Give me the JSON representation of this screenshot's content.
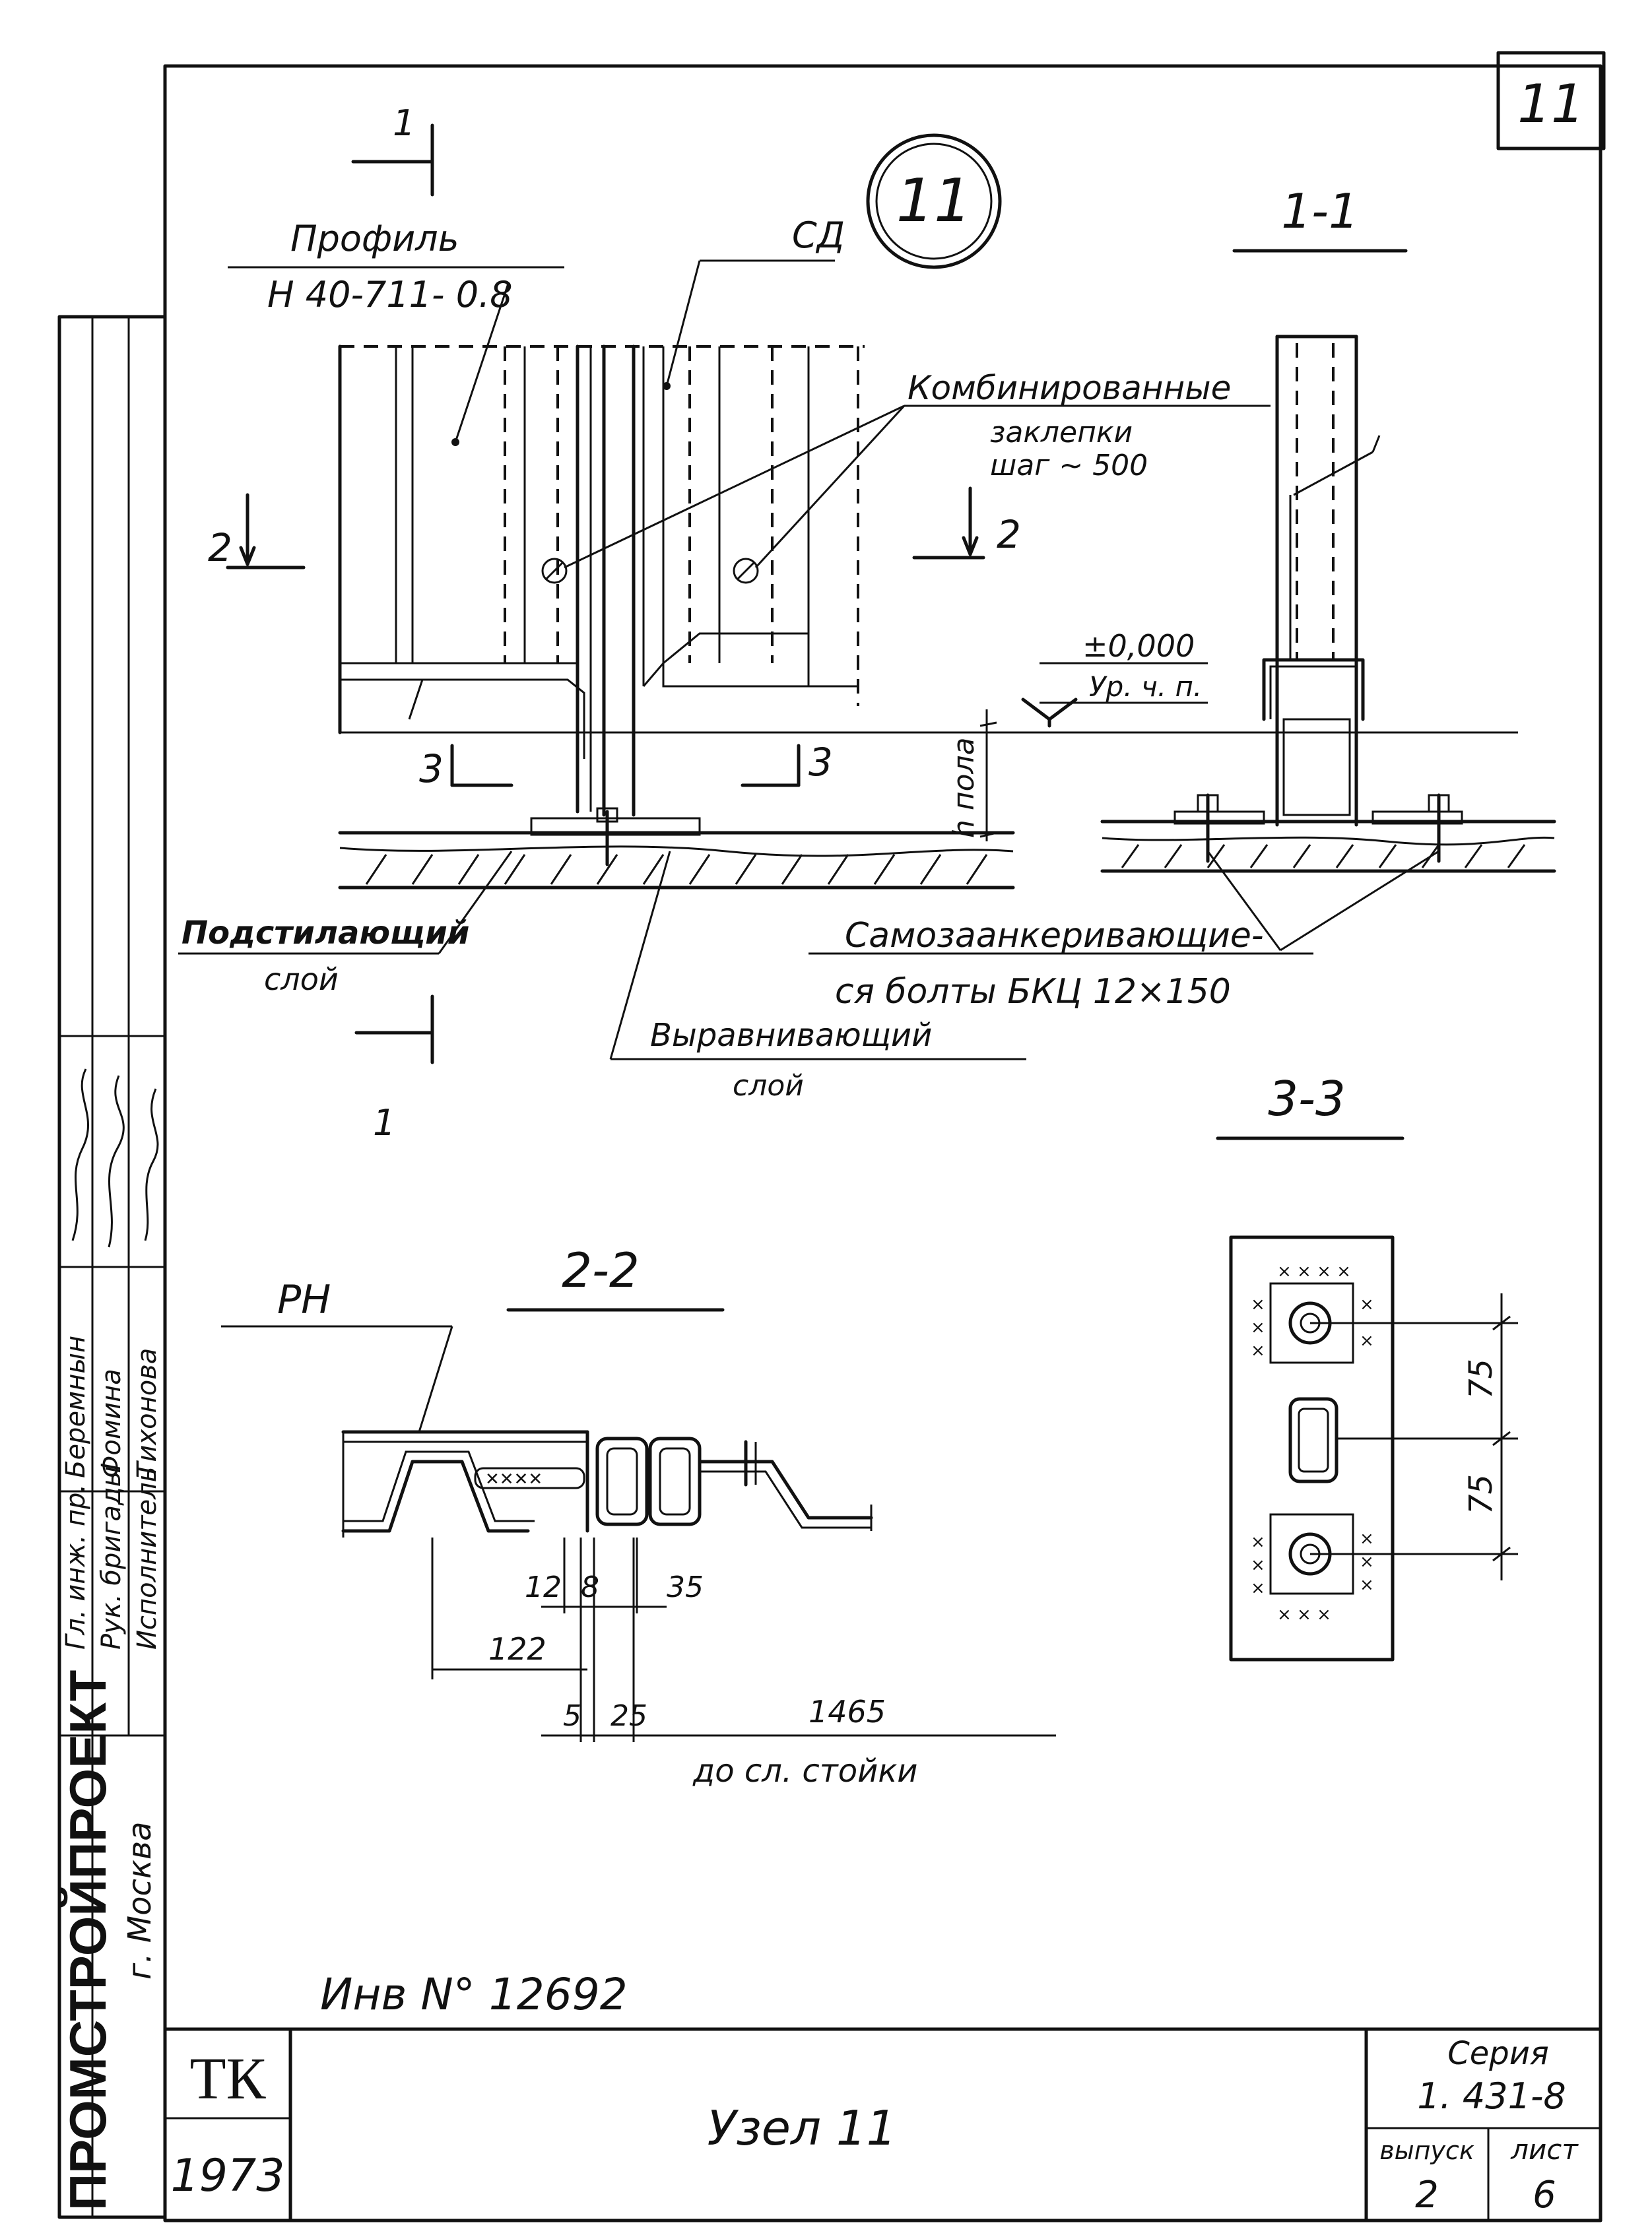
{
  "sheet": {
    "node_number": "11",
    "corner_number": "11",
    "title": "Узел 11",
    "org": "ПРОМСТРОЙПРОЕКТ",
    "city": "г. Москва",
    "code": "ТК",
    "year": "1973",
    "inv": "Инв N° 12692",
    "series_label": "Серия",
    "series_value": "1. 431-8",
    "issue_label": "выпуск",
    "issue_value": "2",
    "sheet_label": "лист",
    "sheet_value": "6"
  },
  "stamp_roles": [
    {
      "role": "Гл. инж. пр.",
      "name": "Беремнын"
    },
    {
      "role": "Рук. бригады",
      "name": "Фомина"
    },
    {
      "role": "Исполнитель",
      "name": "Тихонова"
    }
  ],
  "elevation": {
    "profile_label": "Профиль",
    "profile_code": "Н 40-711- 0.8",
    "sd_label": "СД",
    "rivets_label_1": "Комбинированные",
    "rivets_label_2": "заклепки",
    "rivets_label_3": "шаг ~ 500",
    "cut1_mark": "1",
    "cut2_mark": "2",
    "cut3_mark": "3",
    "h_floor": "h пола",
    "sublayer_1": "Подстилающий",
    "sublayer_2": "слой",
    "level_1": "Выравнивающий",
    "level_2": "слой"
  },
  "section_1_1": {
    "title": "1-1",
    "elev_value": "±0,000",
    "elev_label": "Ур. ч. п.",
    "bolts_1": "Самозаанкеривающие-",
    "bolts_2": "ся болты  БКЦ 12×150"
  },
  "section_2_2": {
    "title": "2-2",
    "rn_label": "РН",
    "dims": [
      "12",
      "8",
      "35",
      "122",
      "5",
      "25",
      "1465"
    ],
    "to_axis": "до сл. стойки"
  },
  "section_3_3": {
    "title": "3-3",
    "dims": [
      "75",
      "75"
    ]
  }
}
